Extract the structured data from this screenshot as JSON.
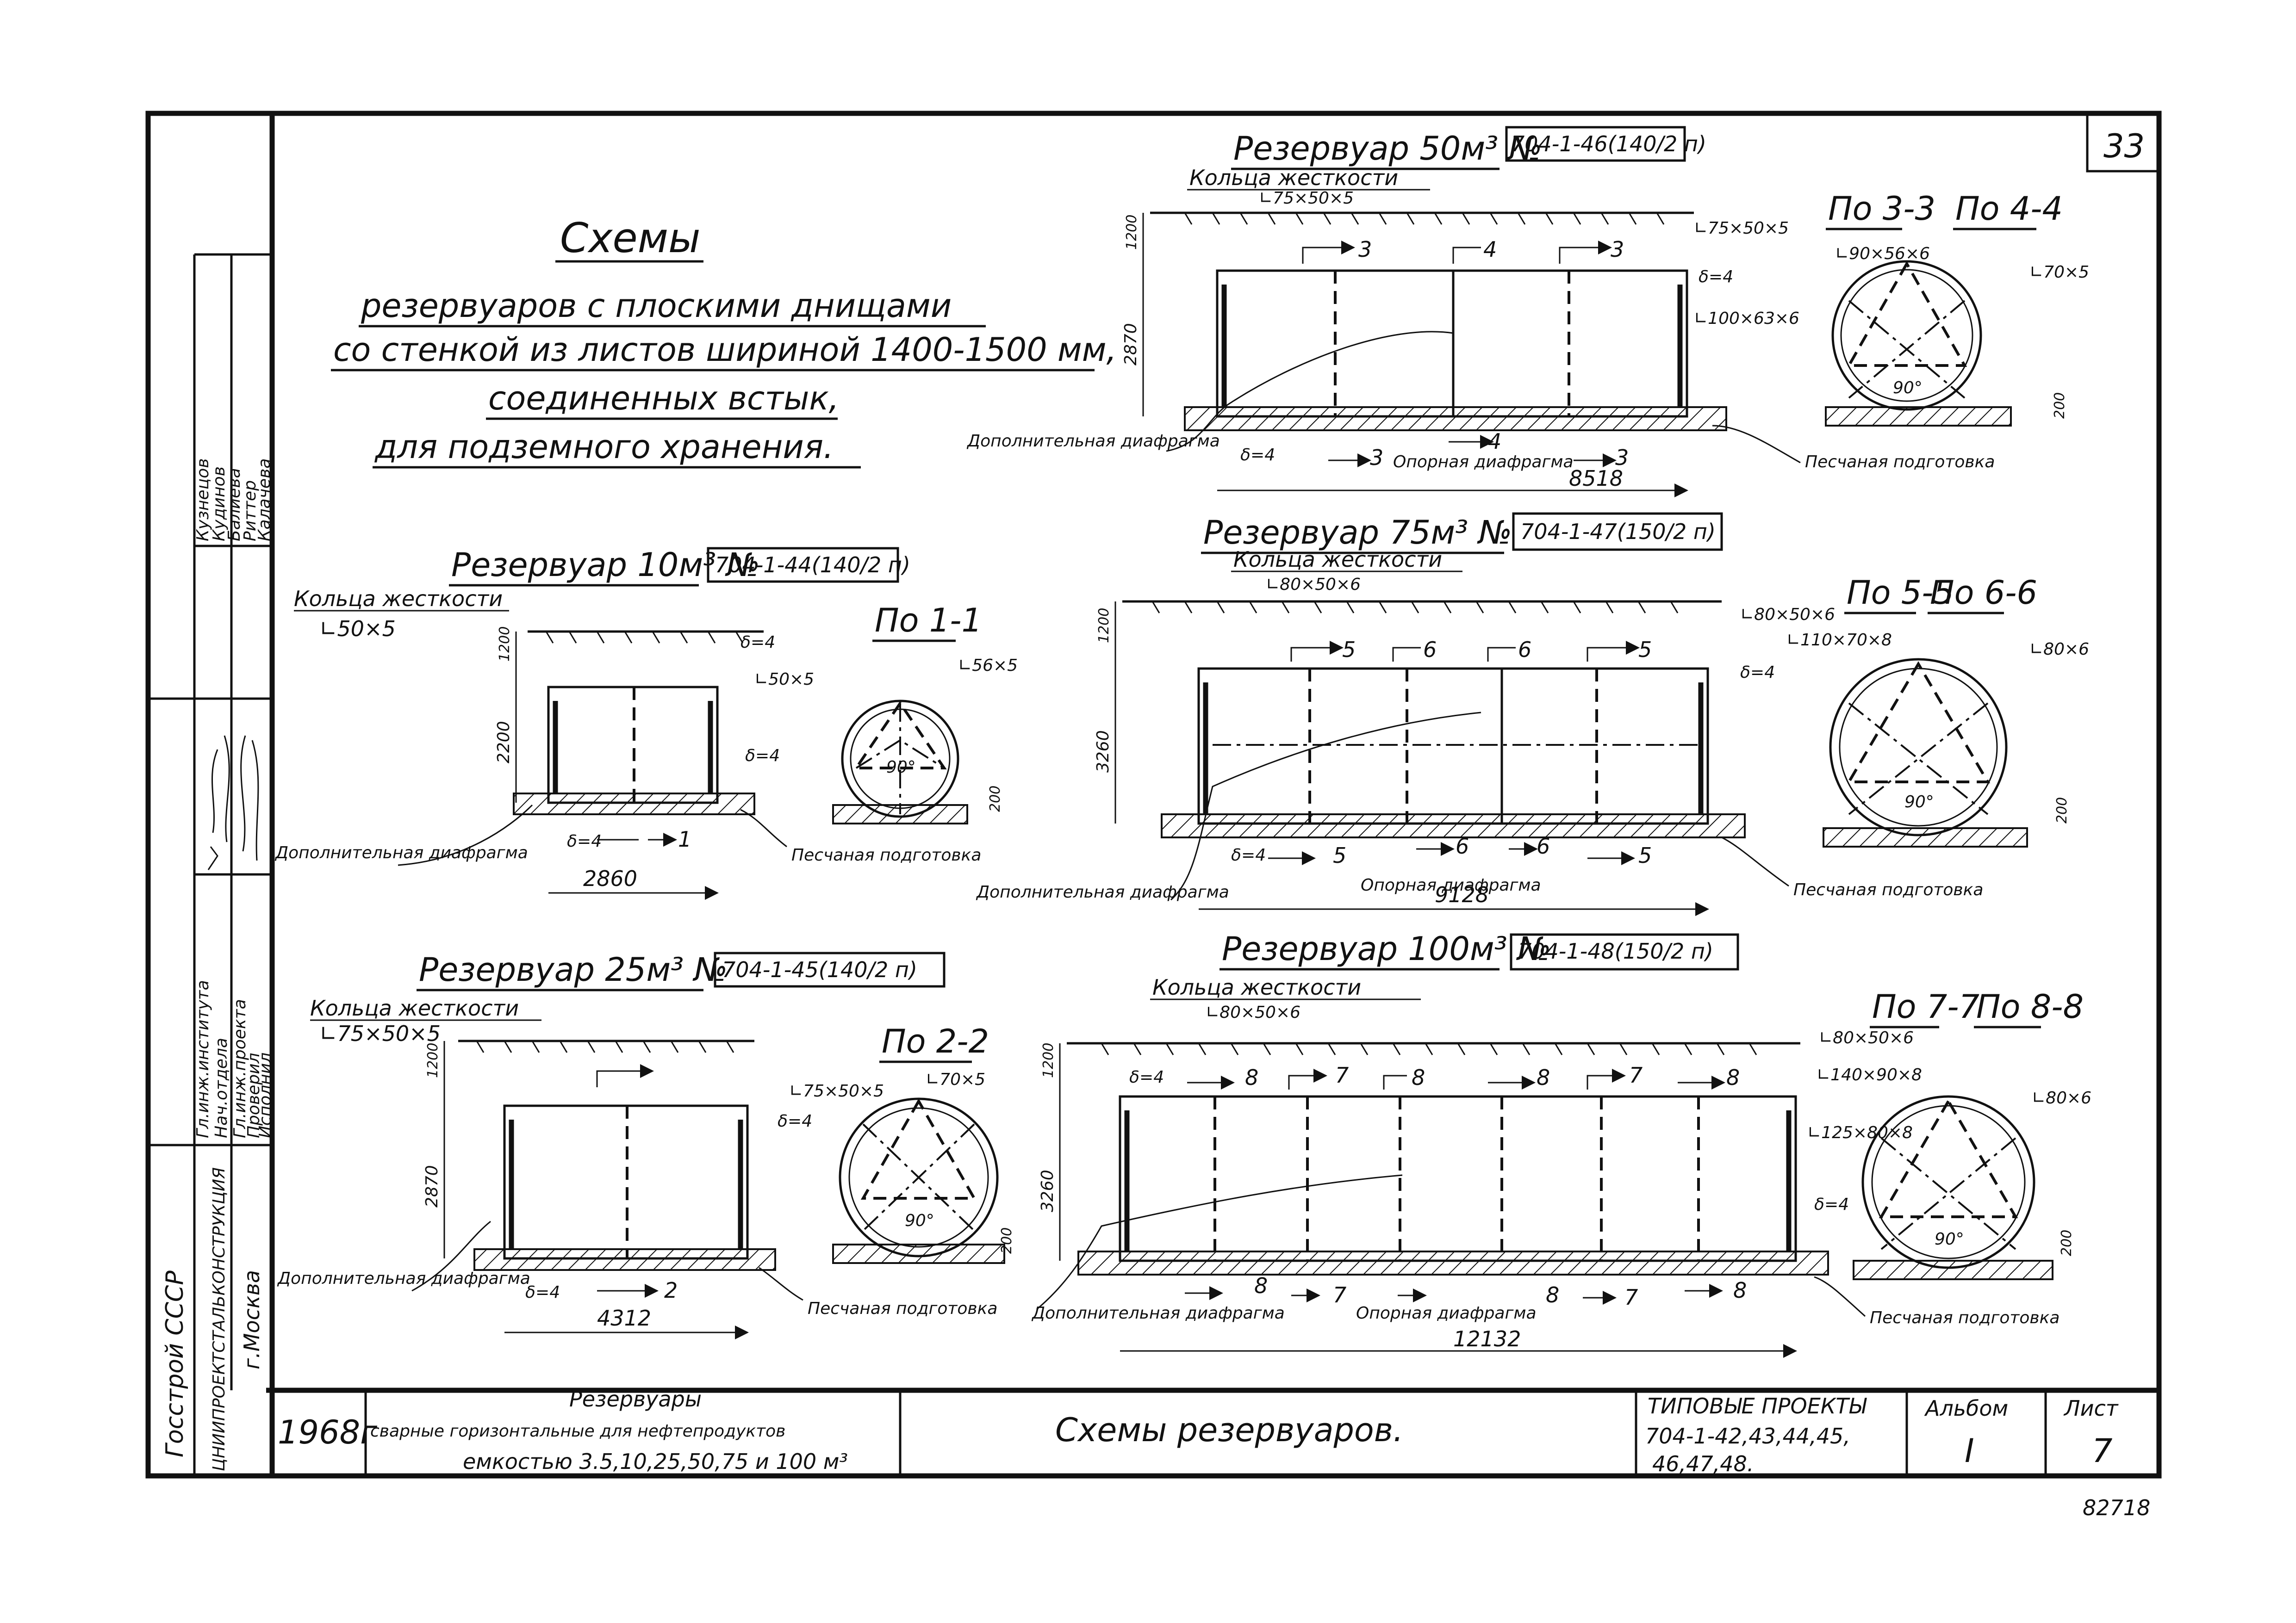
{
  "sheet_number_top": "33",
  "stamp_bottom_right": "82718",
  "title_lines": [
    "Схемы",
    "резервуаров с плоскими днищами",
    "со стенкой из листов шириной 1400-1500 мм,",
    "соединенных встык,",
    "для подземного хранения."
  ],
  "signatures_vertical": [
    "Кузнецов",
    "Кудинов",
    "Балиева",
    "Риттер",
    "Калачева"
  ],
  "positions_vertical": [
    "Гл.инж.института",
    "Нач.отдела",
    "Гл.инж.проекта",
    "Проверил",
    "Исполнил"
  ],
  "org_vertical": [
    "Госстрой СССР",
    "ЦНИИПРОЕКТСТАЛЬКОНСТРУКЦИЯ",
    "г.Москва"
  ],
  "title_block": {
    "year": "1968г",
    "subject_1": "Резервуары",
    "subject_2": "сварные горизонтальные для нефтепродуктов",
    "subject_3": "емкостью 3.5,10,25,50,75 и 100 м³",
    "drawing_name": "Схемы резервуаров.",
    "projects_label": "ТИПОВЫЕ ПРОЕКТЫ",
    "projects_list_1": "704-1-42,43,44,45,",
    "projects_list_2": "46,47,48.",
    "album_label": "Альбом",
    "album_value": "I",
    "sheet_label": "Лист",
    "sheet_value": "7"
  },
  "tanks": [
    {
      "heading": "Резервуар 10м³ №",
      "code": "704-1-44(140/2 п)",
      "ring_label": "Кольца жесткости",
      "ring_profile": "∟50×5",
      "height_top": "1200",
      "height_body": "2200",
      "length": "2860",
      "delta_top": "δ=4",
      "delta_side": "δ=4",
      "delta_bottom": "δ=4",
      "angle_right": "∟50×5",
      "cut_mark": "1",
      "section_title": "По 1-1",
      "section_profile_1": "∟56×5",
      "section_base": "200",
      "angle": "90°",
      "extra_diaphragm": "Дополнительная диафрагма",
      "sand": "Песчаная подготовка"
    },
    {
      "heading": "Резервуар 25м³ №",
      "code": "704-1-45(140/2 п)",
      "ring_label": "Кольца жесткости",
      "ring_profile": "∟75×50×5",
      "height_top": "1200",
      "height_body": "2870",
      "length": "4312",
      "delta_top": "δ=4",
      "delta_bottom": "δ=4",
      "angle_right": "∟75×50×5",
      "cut_mark": "2",
      "section_title": "По 2-2",
      "section_profile_1": "∟70×5",
      "section_base": "200",
      "angle": "90°",
      "extra_diaphragm": "Дополнительная диафрагма",
      "sand": "Песчаная подготовка"
    },
    {
      "heading": "Резервуар 50м³ №",
      "code": "704-1-46(140/2 п)",
      "ring_label": "Кольца жесткости",
      "ring_profile": "∟75×50×5",
      "height_top": "1200",
      "height_body": "2870",
      "length": "8518",
      "delta_side": "δ=4",
      "delta_bottom": "δ=4",
      "angle_right": "∟75×50×5",
      "angle_mid": "∟100×63×6",
      "cut_marks": [
        "3",
        "4"
      ],
      "support_diaphragm": "Опорная диафрагма",
      "section_title_a": "По 3-3",
      "section_title_b": "По 4-4",
      "section_profile_1": "∟90×56×6",
      "section_profile_2": "∟70×5",
      "section_base": "200",
      "angle": "90°",
      "extra_diaphragm": "Дополнительная диафрагма",
      "sand": "Песчаная подготовка"
    },
    {
      "heading": "Резервуар 75м³ №",
      "code": "704-1-47(150/2 п)",
      "ring_label": "Кольца жесткости",
      "ring_profile": "∟80×50×6",
      "height_top": "1200",
      "height_body": "3260",
      "length": "9128",
      "delta_side": "δ=4",
      "delta_bottom": "δ=4",
      "angle_right": "∟80×50×6",
      "angle_mid": "∟110×70×8",
      "cut_marks": [
        "5",
        "6"
      ],
      "support_diaphragm": "Опорная диафрагма",
      "section_title_a": "По 5-5",
      "section_title_b": "По 6-6",
      "section_profile_2": "∟80×6",
      "section_base": "200",
      "angle": "90°",
      "extra_diaphragm": "Дополнительная диафрагма",
      "sand": "Песчаная подготовка"
    },
    {
      "heading": "Резервуар 100м³ №",
      "code": "704-1-48(150/2 п)",
      "ring_label": "Кольца жесткости",
      "ring_profile": "∟80×50×6",
      "height_top": "1200",
      "height_body": "3260",
      "length": "12132",
      "delta_top": "δ=4",
      "delta_side": "δ=4",
      "angle_right": "∟80×50×6",
      "angle_mid": "∟140×90×8",
      "angle_mid_2": "∟125×80×8",
      "cut_marks": [
        "7",
        "8"
      ],
      "support_diaphragm": "Опорная диафрагма",
      "section_title_a": "По 7-7",
      "section_title_b": "По 8-8",
      "section_profile_2": "∟80×6",
      "section_base": "200",
      "angle": "90°",
      "extra_diaphragm": "Дополнительная диафрагма",
      "sand": "Песчаная подготовка"
    }
  ]
}
